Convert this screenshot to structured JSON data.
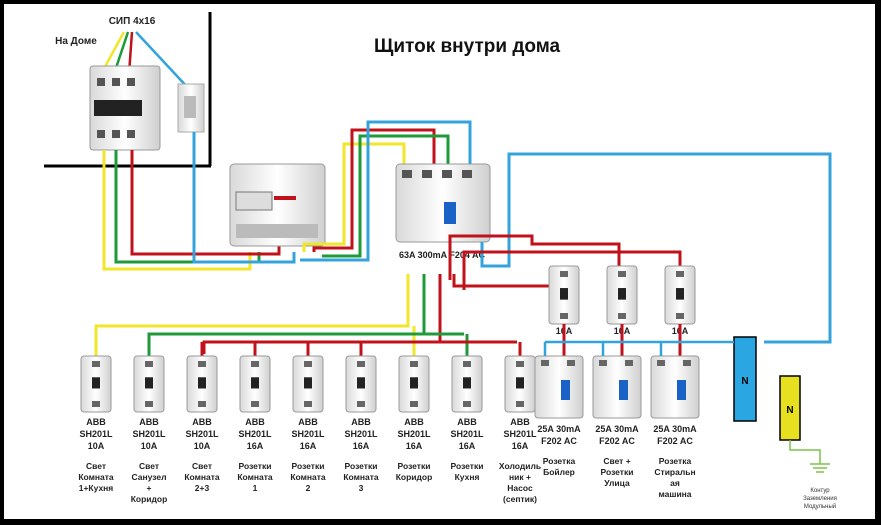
{
  "title": "Щиток внутри дома",
  "input": {
    "cable": "СИП 4х16",
    "location": "На Доме"
  },
  "rcd_main": "63A 300mA F204 AC",
  "top_breakers": [
    "16A",
    "16A",
    "16A"
  ],
  "rcds": [
    {
      "rating": "25A 30mA",
      "model": "F202 AC",
      "load": [
        "Розетка",
        "Бойлер"
      ]
    },
    {
      "rating": "25A 30mA",
      "model": "F202 AC",
      "load": [
        "Свет +",
        "Розетки",
        "Улица"
      ]
    },
    {
      "rating": "25A 30mA",
      "model": "F202 AC",
      "load": [
        "Розетка",
        "Стиральн",
        "ая",
        "машина"
      ]
    }
  ],
  "breakers": [
    {
      "brand": "ABB",
      "model": "SH201L",
      "rating": "10A",
      "load": [
        "Свет",
        "Комната",
        "1+Кухня"
      ]
    },
    {
      "brand": "ABB",
      "model": "SH201L",
      "rating": "10A",
      "load": [
        "Свет",
        "Санузел",
        "+",
        "Коридор"
      ]
    },
    {
      "brand": "ABB",
      "model": "SH201L",
      "rating": "10A",
      "load": [
        "Свет",
        "Комната",
        "2+3"
      ]
    },
    {
      "brand": "ABB",
      "model": "SH201L",
      "rating": "16A",
      "load": [
        "Розетки",
        "Комната",
        "1"
      ]
    },
    {
      "brand": "ABB",
      "model": "SH201L",
      "rating": "16A",
      "load": [
        "Розетки",
        "Комната",
        "2"
      ]
    },
    {
      "brand": "ABB",
      "model": "SH201L",
      "rating": "16A",
      "load": [
        "Розетки",
        "Комната",
        "3"
      ]
    },
    {
      "brand": "ABB",
      "model": "SH201L",
      "rating": "16A",
      "load": [
        "Розетки",
        "Коридор"
      ]
    },
    {
      "brand": "ABB",
      "model": "SH201L",
      "rating": "16A",
      "load": [
        "Розетки",
        "Кухня"
      ]
    },
    {
      "brand": "ABB",
      "model": "SH201L",
      "rating": "16A",
      "load": [
        "Холодиль",
        "ник +",
        "Насос",
        "(септик)"
      ]
    }
  ],
  "n_bus": "N",
  "pe_bus": "N",
  "ground": [
    "Контур",
    "Заземления",
    "Модульный"
  ],
  "colors": {
    "red": "#c0121a",
    "green": "#1f9a3a",
    "yellow": "#f2e62a",
    "blue": "#33a3dc",
    "bus_blue": "#2aa6e2",
    "bus_yellow": "#e7e021"
  }
}
